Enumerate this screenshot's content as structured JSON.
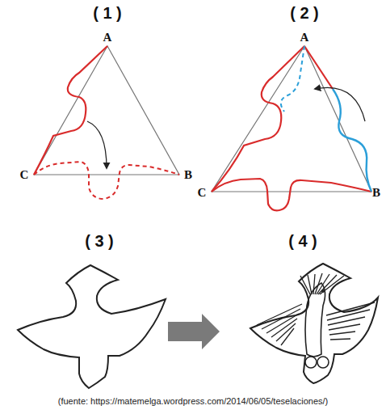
{
  "diagram": {
    "caption": "(fuente: https://matemelga.wordpress.com/2014/06/05/teselaciones/)",
    "labels": [
      "( 1 )",
      "( 2 )",
      "A",
      "C",
      "B",
      "A",
      "C",
      "B",
      "( 3 )",
      "( 4 )"
    ]
  }
}
